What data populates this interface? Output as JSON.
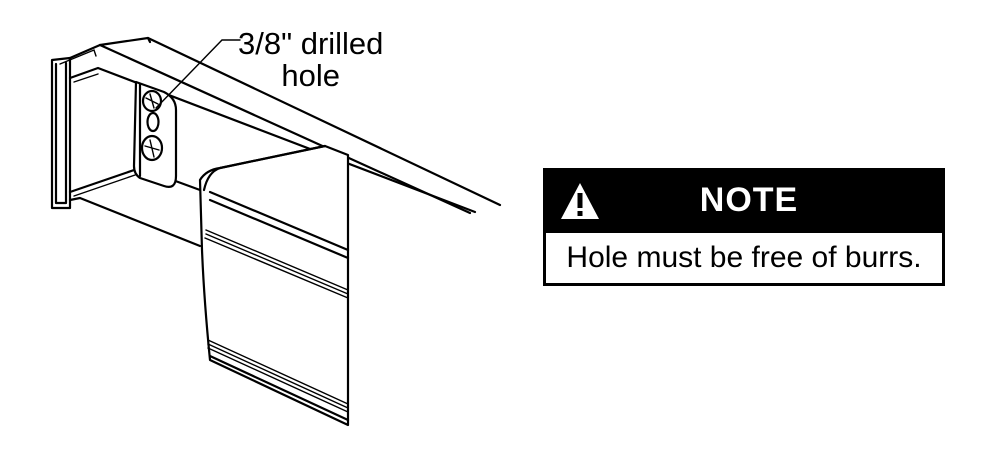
{
  "callout": {
    "line1": "3/8\" drilled",
    "line2": "hole"
  },
  "note": {
    "title": "NOTE",
    "message": "Hole must be free of burrs.",
    "icon": "warning-icon"
  },
  "colors": {
    "ink": "#000000",
    "paper": "#ffffff"
  }
}
